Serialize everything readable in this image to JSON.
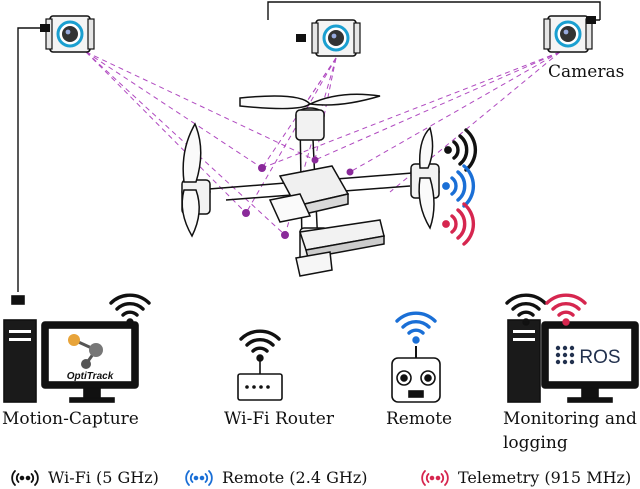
{
  "labels": {
    "cameras": "Cameras",
    "motion_capture": "Motion-Capture",
    "wifi_router": "Wi-Fi Router",
    "remote": "Remote",
    "monitoring_line1": "Monitoring and",
    "monitoring_line2": "logging"
  },
  "logos": {
    "optitrack": "OptiTrack",
    "ros": "ROS"
  },
  "legend": {
    "wifi": "Wi-Fi (5 GHz)",
    "remote": "Remote (2.4 GHz)",
    "telemetry": "Telemetry (915 MHz)"
  },
  "colors": {
    "wifi": "#111111",
    "remote": "#1a6fd6",
    "telemetry": "#d6264f",
    "tracking_rays": "#b04ac0",
    "marker": "#8a2a9a",
    "camera_ring": "#1a9fd0"
  }
}
